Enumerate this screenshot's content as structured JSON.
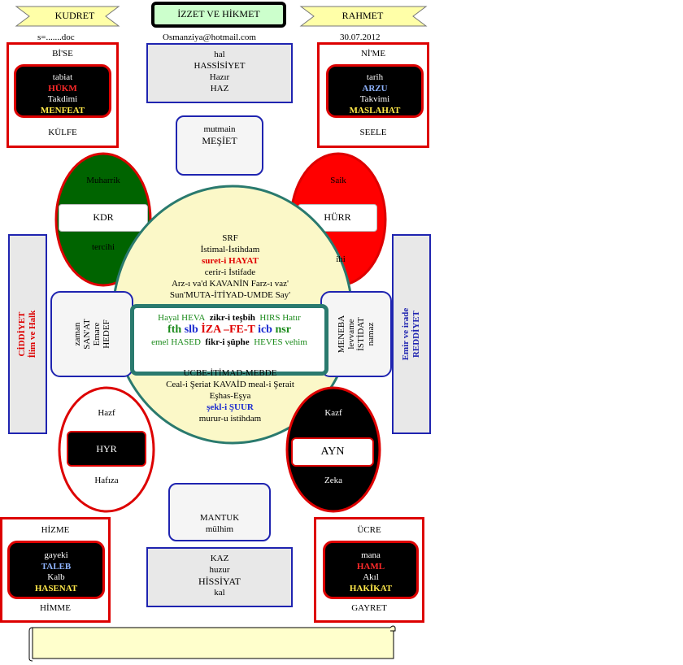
{
  "top": {
    "left_banner": "KUDRET",
    "center_title": "İZZET VE HİKMET",
    "right_banner": "RAHMET",
    "filename": "s=.......doc",
    "email": "Osmanziya@hotmail.com",
    "date": "30.07.2012"
  },
  "colors": {
    "red": "#dd0000",
    "blue": "#1f24b0",
    "green": "#006400",
    "cream": "#fbf8c8",
    "teal": "#2a7a6e"
  },
  "corners": {
    "top_left": {
      "top": "Bİ'SE",
      "lines": [
        "tabiat",
        "HÜKM",
        "Takdimi",
        "MENFEAT"
      ],
      "bottom": "KÜLFE"
    },
    "top_right": {
      "top": "Nİ'ME",
      "lines": [
        "tarih",
        "ARZU",
        "Takvimi",
        "MASLAHAT"
      ],
      "bottom": "SEELE"
    },
    "bottom_left": {
      "top": "HİZME",
      "lines": [
        "gayeki",
        "TALEB",
        "Kalb",
        "HASENAT"
      ],
      "bottom": "HİMME"
    },
    "bottom_right": {
      "top": "ÜCRE",
      "lines": [
        "mana",
        "HAML",
        "Akıl",
        "HAKİKAT"
      ],
      "bottom": "GAYRET"
    }
  },
  "top_gray": [
    "hal",
    "HASSİSİYET",
    "Hazır",
    "HAZ"
  ],
  "top_small": [
    "mutmain",
    "MEŞİET"
  ],
  "bottom_gray": [
    "KAZ",
    "huzur",
    "HİSSİYAT",
    "kal"
  ],
  "bottom_small": [
    "MANTUK",
    "mülhim"
  ],
  "ellipses": {
    "green": {
      "top": "Muharrik",
      "bar": "KDR",
      "bottom": "tercihi"
    },
    "red": {
      "top": "Saik",
      "bar": "HÜRR",
      "bottom": "ihi"
    },
    "white": {
      "top": "Hazf",
      "bar": "HYR",
      "bottom": "Hafıza"
    },
    "black": {
      "top": "Kazf",
      "bar": "AYN",
      "bottom": "Zeka"
    }
  },
  "left_vertical": [
    "CİDDİYET",
    "İlim ve Halk"
  ],
  "right_vertical": [
    "Emir ve irade",
    "REDDİYET"
  ],
  "left_side": [
    "zaman",
    "SAN'AT",
    "Emare",
    "HEDEF"
  ],
  "right_side": [
    "MENEBA",
    "levvame",
    "İSTİDAT",
    "namaz"
  ],
  "center_top": [
    "SRF",
    "İstimal-İstihdam",
    "suret-i HAYAT",
    "cerir-i İstifade",
    "Arz-ı va'd  KAVANİN  Farz-ı vaz'",
    "Sun'MUTA-İTİYAD-UMDE Say'"
  ],
  "center_bottom": [
    "UCBE-İTİMAD-MEBDE",
    "Ceal-i Şeriat  KAVAİD  meal-i Şerait",
    "Eşhas-Eşya",
    "şekl-i ŞUUR",
    "murur-u istihdam"
  ],
  "inner": {
    "row1": [
      "Hayal HEVA",
      "zikr-i teşbih",
      "HIRS Hatır"
    ],
    "row2": [
      "fth",
      "slb",
      "İZA",
      "–FE-T",
      "icb",
      "nsr"
    ],
    "row3": [
      "emel HASED",
      "fikr-i şüphe",
      "HEVES vehim"
    ]
  }
}
